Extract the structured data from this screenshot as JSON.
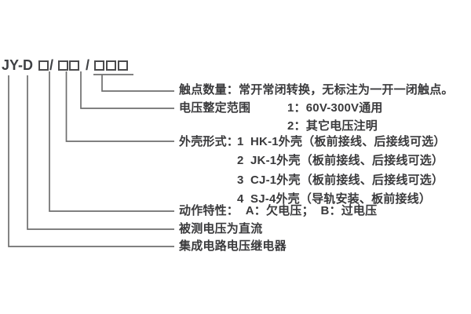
{
  "code": {
    "series": "JY-",
    "type": "D",
    "separator": "/"
  },
  "annotations": {
    "contacts": {
      "label": "触点数量：常开常闭转换，无标注为一开一闭触点。"
    },
    "voltage_range": {
      "label": "电压整定范围",
      "options": [
        "1：60V-300V通用",
        "2：其它电压注明"
      ]
    },
    "case_type": {
      "label": "外壳形式：",
      "options": [
        {
          "num": "1",
          "text": "HK-1外壳（板前接线、后接线可选）"
        },
        {
          "num": "2",
          "text": "JK-1外壳（板前接线、后接线可选）"
        },
        {
          "num": "3",
          "text": "CJ-1外壳（板前接线、后接线可选）"
        },
        {
          "num": "4",
          "text": "SJ-4外壳（导轨安装、板前接线）"
        }
      ]
    },
    "action": {
      "label": "动作特性：  A：欠电压；  B：过电压"
    },
    "measured": {
      "label": "被测电压为直流"
    },
    "product": {
      "label": "集成电路电压继电器"
    }
  },
  "colors": {
    "background": "#ffffff",
    "text": "#3a3a3c",
    "line": "#6f6f6f",
    "box_border": "#4b4b4d"
  }
}
